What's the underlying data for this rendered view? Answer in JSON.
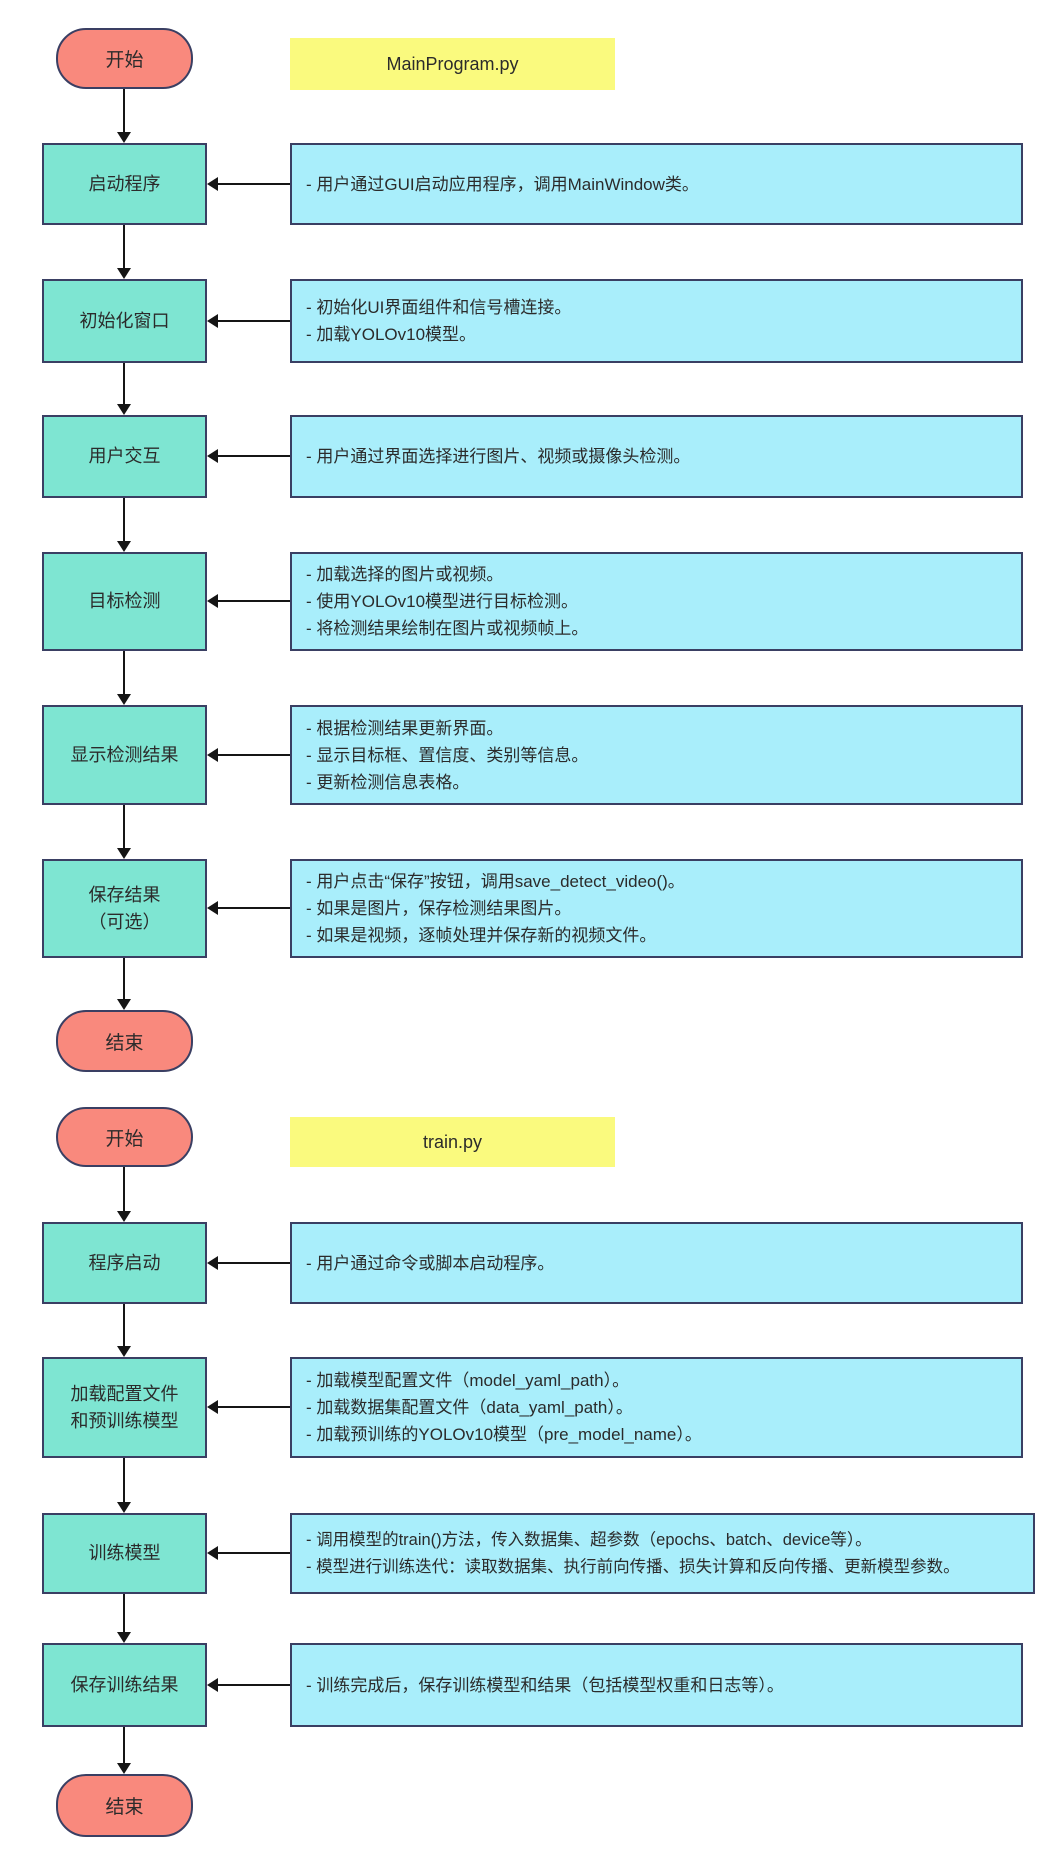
{
  "colors": {
    "process_fill": "#7EE5D2",
    "terminal_fill": "#F9897D",
    "note_fill": "#A9EEFB",
    "file_fill": "#FAFA7E",
    "border": "#3A3F63"
  },
  "flow1": {
    "file_label": "MainProgram.py",
    "start": "开始",
    "end": "结束",
    "steps": [
      {
        "label": "启动程序",
        "notes": [
          "- 用户通过GUI启动应用程序，调用MainWindow类。"
        ]
      },
      {
        "label": "初始化窗口",
        "notes": [
          "- 初始化UI界面组件和信号槽连接。",
          "- 加载YOLOv10模型。"
        ]
      },
      {
        "label": "用户交互",
        "notes": [
          "- 用户通过界面选择进行图片、视频或摄像头检测。"
        ]
      },
      {
        "label": "目标检测",
        "notes": [
          "- 加载选择的图片或视频。",
          "- 使用YOLOv10模型进行目标检测。",
          "- 将检测结果绘制在图片或视频帧上。"
        ]
      },
      {
        "label": "显示检测结果",
        "notes": [
          "- 根据检测结果更新界面。",
          "- 显示目标框、置信度、类别等信息。",
          "- 更新检测信息表格。"
        ]
      },
      {
        "label": "保存结果",
        "label2": "（可选）",
        "notes": [
          "- 用户点击“保存”按钮，调用save_detect_video()。",
          "- 如果是图片，保存检测结果图片。",
          "- 如果是视频，逐帧处理并保存新的视频文件。"
        ]
      }
    ]
  },
  "flow2": {
    "file_label": "train.py",
    "start": "开始",
    "end": "结束",
    "steps": [
      {
        "label": "程序启动",
        "notes": [
          "- 用户通过命令或脚本启动程序。"
        ]
      },
      {
        "label": "加载配置文件",
        "label2": "和预训练模型",
        "notes": [
          "- 加载模型配置文件（model_yaml_path）。",
          "- 加载数据集配置文件（data_yaml_path）。",
          "- 加载预训练的YOLOv10模型（pre_model_name）。"
        ]
      },
      {
        "label": "训练模型",
        "notes": [
          "- 调用模型的train()方法，传入数据集、超参数（epochs、batch、device等）。",
          "- 模型进行训练迭代：读取数据集、执行前向传播、损失计算和反向传播、更新模型参数。"
        ]
      },
      {
        "label": "保存训练结果",
        "notes": [
          "- 训练完成后，保存训练模型和结果（包括模型权重和日志等）。"
        ]
      }
    ]
  }
}
